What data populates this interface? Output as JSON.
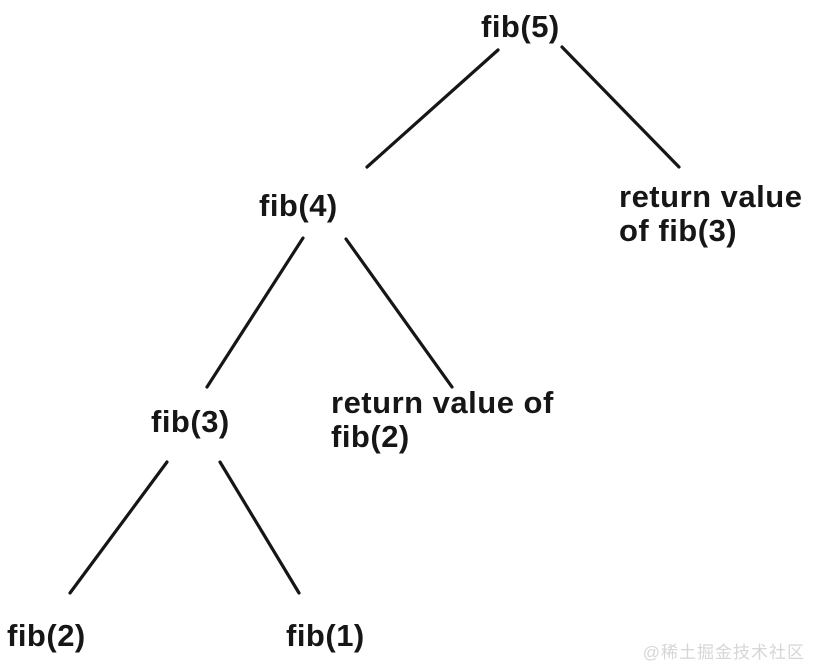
{
  "diagram": {
    "type": "recursion-tree",
    "nodes": {
      "fib5": {
        "label": "fib(5)"
      },
      "fib4": {
        "label": "fib(4)"
      },
      "fib3": {
        "label": "fib(3)"
      },
      "fib2": {
        "label": "fib(2)"
      },
      "fib1": {
        "label": "fib(1)"
      },
      "return_fib3": {
        "line1": "return value",
        "line2": "of fib(3)"
      },
      "return_fib2": {
        "line1": "return value of",
        "line2": "fib(2)"
      }
    },
    "edges": [
      {
        "from": "fib5",
        "to": "fib4"
      },
      {
        "from": "fib5",
        "to": "return_fib3"
      },
      {
        "from": "fib4",
        "to": "fib3"
      },
      {
        "from": "fib4",
        "to": "return_fib2"
      },
      {
        "from": "fib3",
        "to": "fib2"
      },
      {
        "from": "fib3",
        "to": "fib1"
      }
    ],
    "colors": {
      "text": "#161616",
      "edge": "#161616",
      "background": "#ffffff",
      "watermark": "#d6d6d6"
    }
  },
  "watermark": {
    "text": "@稀土掘金技术社区"
  }
}
